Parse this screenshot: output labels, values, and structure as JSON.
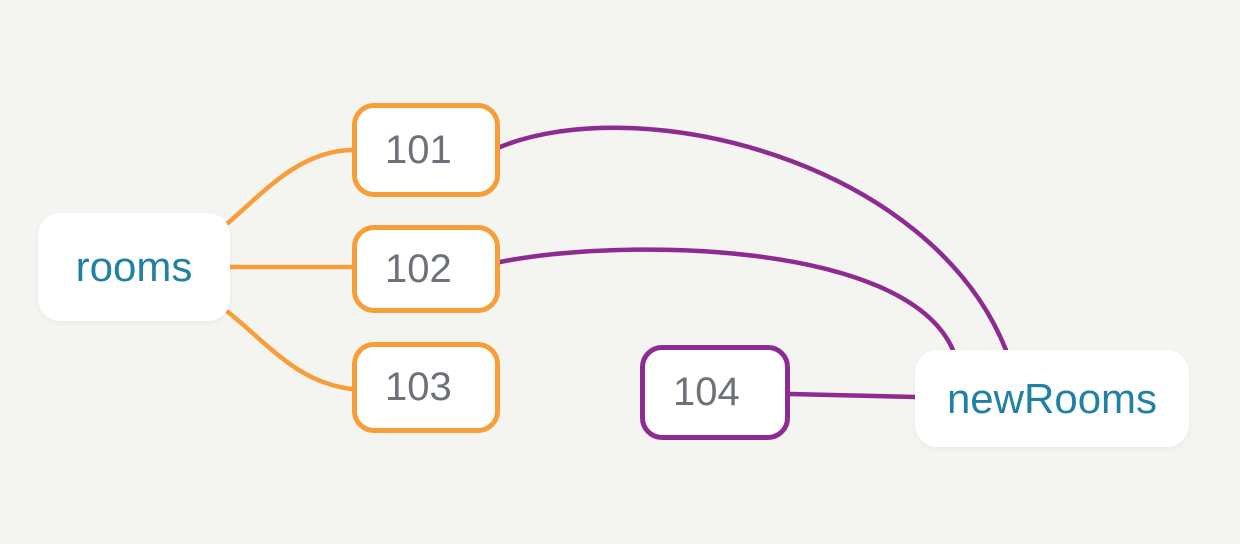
{
  "canvas": {
    "background": "#f4f4f1"
  },
  "colors": {
    "orange": "#f79e38",
    "purple": "#8e2b92",
    "teal": "#2380a5",
    "gray": "#6d727a",
    "node_bg": "#ffffff"
  },
  "nodes": {
    "rooms": {
      "label": "rooms"
    },
    "r101": {
      "label": "101"
    },
    "r102": {
      "label": "102"
    },
    "r103": {
      "label": "103"
    },
    "r104": {
      "label": "104"
    },
    "newRooms": {
      "label": "newRooms"
    }
  },
  "edges": [
    {
      "from": "rooms",
      "to": "101",
      "color": "orange"
    },
    {
      "from": "rooms",
      "to": "102",
      "color": "orange"
    },
    {
      "from": "rooms",
      "to": "103",
      "color": "orange"
    },
    {
      "from": "101",
      "to": "newRooms",
      "color": "purple"
    },
    {
      "from": "102",
      "to": "newRooms",
      "color": "purple"
    },
    {
      "from": "104",
      "to": "newRooms",
      "color": "purple"
    }
  ]
}
